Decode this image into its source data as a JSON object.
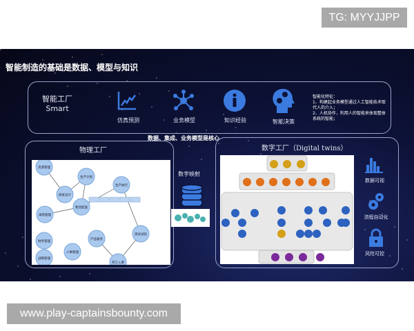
{
  "overlay": {
    "tg": "TG: MYYJJPP",
    "url": "www.play-captainsbounty.com"
  },
  "slide": {
    "title": "智能制造的基础是数据、模型与知识",
    "smart": {
      "line1": "智能工厂",
      "line2": "Smart"
    },
    "capabilities": [
      {
        "label": "仿真预测",
        "icon": "trend-chart-icon"
      },
      {
        "label": "业务模型",
        "icon": "network-hub-icon"
      },
      {
        "label": "知识经验",
        "icon": "info-icon"
      },
      {
        "label": "智能决策",
        "icon": "head-gears-icon"
      }
    ],
    "features": {
      "heading": "智能化特征：",
      "item1": "1、构建起业务模型通过人工智能技术取代人的介入；",
      "item2": "2、人机协作，利用人的智能来体现整体系统的智能；"
    },
    "core": "数据、集成、业务模型是核心",
    "physical": {
      "title": "物理工厂",
      "nodes": [
        "资源管理",
        "研发设计",
        "生产计划",
        "生产执行",
        "采购管理",
        "物流配送",
        "财务管理",
        "战略管理",
        "人事管理",
        "产品服务",
        "测试试验",
        "完工入库"
      ]
    },
    "mapping": {
      "title": "数字映射",
      "icon": "database-icon"
    },
    "digital": {
      "title": "数字工厂（Digital twins）"
    },
    "benefits": [
      {
        "label": "数据可视",
        "icon": "bar-chart-icon"
      },
      {
        "label": "流程自动化",
        "icon": "gears-icon"
      },
      {
        "label": "风险可控",
        "icon": "lock-icon"
      }
    ],
    "colors": {
      "accent": "#3b7be0",
      "node": "#a9c9ef",
      "orange": "#e0701a",
      "gold": "#d4a017",
      "purple": "#7a2a9a",
      "blue": "#2d62c0"
    }
  }
}
